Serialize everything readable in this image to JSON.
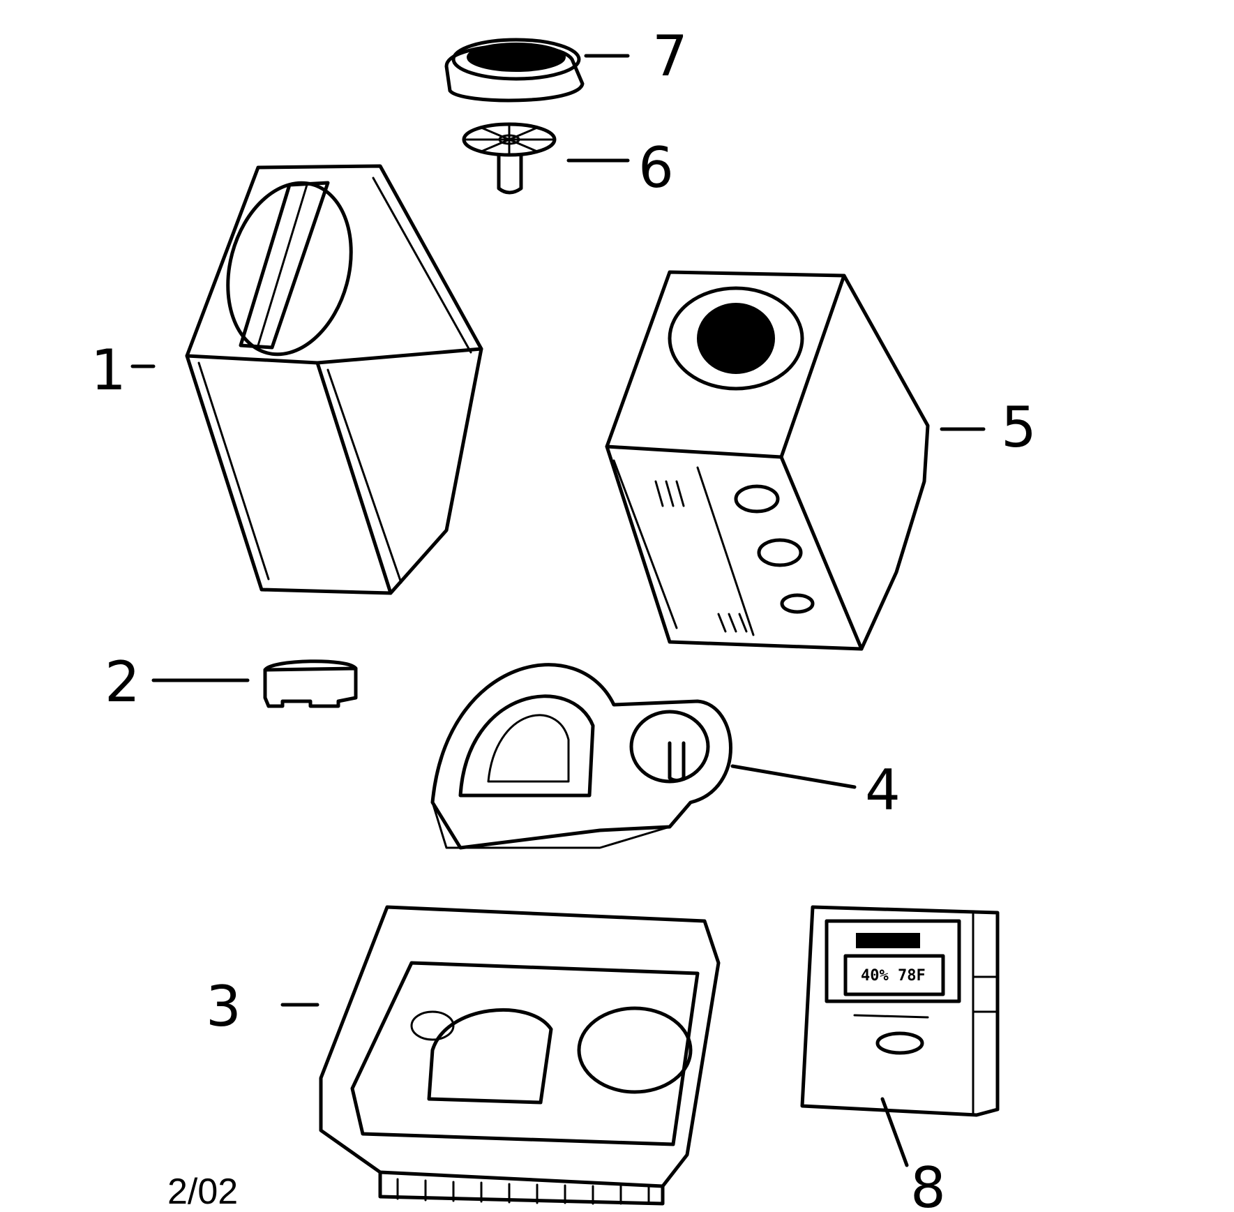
{
  "callouts": {
    "p1": "1",
    "p2": "2",
    "p3": "3",
    "p4": "4",
    "p5": "5",
    "p6": "6",
    "p7": "7",
    "p8": "8"
  },
  "revision_date": "2/02",
  "hygrometer": {
    "display_text": "40% 78F"
  }
}
